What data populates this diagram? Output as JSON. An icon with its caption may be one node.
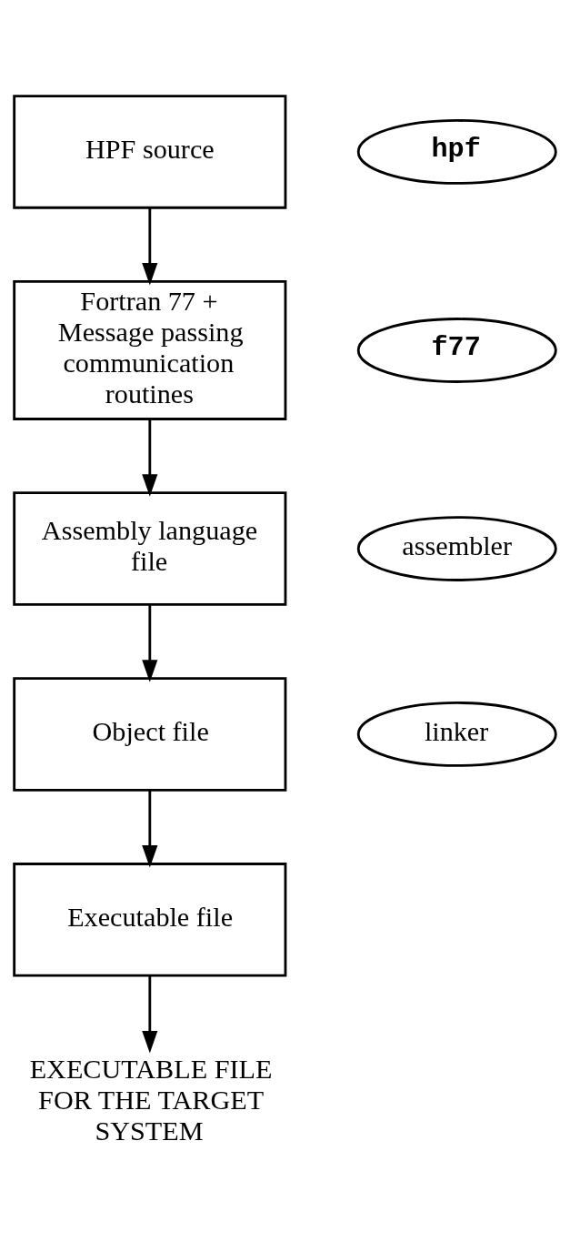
{
  "diagram": {
    "nodes": [
      {
        "text": [
          "HPF source"
        ]
      },
      {
        "text": [
          "hpf"
        ]
      },
      {
        "text": [
          "Fortran 77 + Message passing communication routines"
        ]
      },
      {
        "text": [
          "f77"
        ]
      },
      {
        "text": [
          "Assembly language file"
        ]
      },
      {
        "text": [
          "assembler"
        ]
      },
      {
        "text": [
          "Object file"
        ]
      },
      {
        "text": [
          "linker"
        ]
      },
      {
        "text": [
          "Executable file"
        ]
      },
      {
        "text": [
          "EXECUTABLE FILE FOR THE TARGET SYSTEM"
        ]
      }
    ],
    "edges": [
      {
        "from": 0,
        "to": 2,
        "arrow": "to"
      },
      {
        "from": 2,
        "to": 4,
        "arrow": "to"
      },
      {
        "from": 4,
        "to": 6,
        "arrow": "to"
      },
      {
        "from": 6,
        "to": 8,
        "arrow": "to"
      },
      {
        "from": 8,
        "to": 9,
        "arrow": "to"
      }
    ]
  }
}
